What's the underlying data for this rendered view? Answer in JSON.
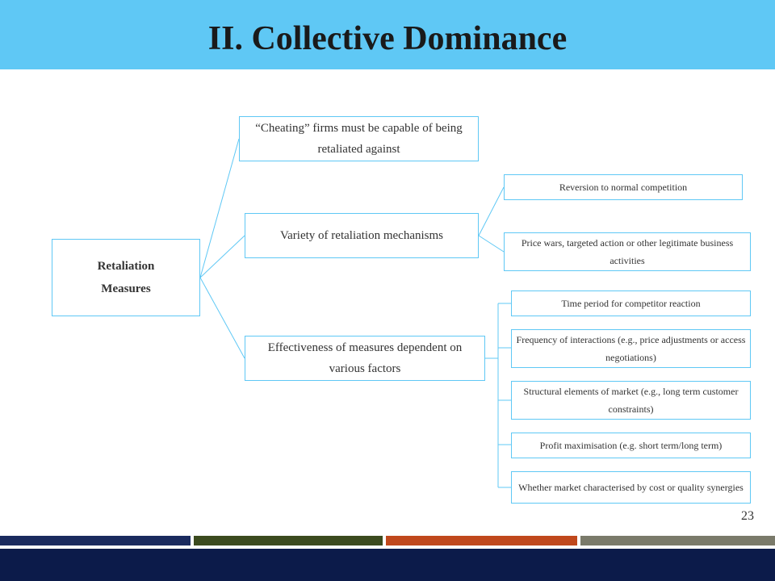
{
  "header": {
    "title": "II. Collective Dominance"
  },
  "diagram": {
    "root": {
      "line1": "Retaliation",
      "line2": "Measures"
    },
    "branches": [
      {
        "text": "“Cheating” firms must be capable of being retaliated against",
        "children": []
      },
      {
        "text": "Variety of  retaliation mechanisms",
        "children": [
          "Reversion to normal competition",
          "Price wars, targeted action or other legitimate business activities"
        ]
      },
      {
        "text": "Effectiveness of measures dependent on various factors",
        "children": [
          "Time period for competitor reaction",
          "Frequency of interactions (e.g., price adjustments or access negotiations)",
          "Structural elements of market (e.g., long term customer constraints)",
          "Profit maximisation (e.g. short term/long term)",
          "Whether market characterised by cost or quality synergies"
        ]
      }
    ]
  },
  "footer": {
    "page_number": "23"
  },
  "colors": {
    "title_bar": "#5fc8f5",
    "box_border": "#5fc8f5",
    "footer_bar": "#0c1b4a",
    "strip_navy": "#1a2a5e",
    "strip_olive": "#3b4a1e",
    "strip_orange": "#c0481c",
    "strip_gray": "#7a7a6a"
  }
}
